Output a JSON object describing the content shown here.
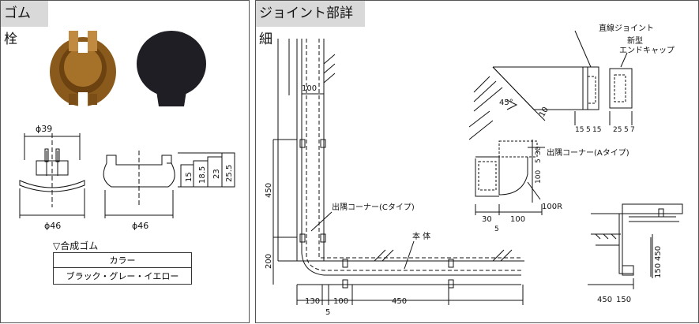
{
  "left_panel": {
    "title": "ゴム栓",
    "dims": {
      "d39": "ϕ39",
      "d46_a": "ϕ46",
      "d46_b": "ϕ46",
      "h15": "15",
      "h18_5": "18.5",
      "h23": "23",
      "h25_5": "25.5"
    },
    "material_heading": "▽合成ゴム",
    "color_header": "カラー",
    "color_values": "ブラック・グレー・イエロー",
    "colors": {
      "brown": "#8a5a1c",
      "black": "#1e1e24"
    }
  },
  "right_panel": {
    "title": "ジョイント部詳細",
    "labels": {
      "straight_joint": "直線ジョイント",
      "new_end_cap_line1": "新型",
      "new_end_cap_line2": "エンドキャップ",
      "corner_a": "出隅コーナー(Aタイプ)",
      "corner_c": "出隅コーナー(Cタイプ)",
      "body": "本 体",
      "angle45": "45°",
      "radius": "100R"
    },
    "dims": {
      "d100_top": "100",
      "d450_v": "450",
      "d200_v": "200",
      "d130": "130",
      "d100_b": "100",
      "d450_h": "450",
      "d5": "5",
      "d10": "10",
      "d15a": "15",
      "d5a": "5",
      "d15b": "15",
      "d25": "25",
      "d5b": "5",
      "d7": "7",
      "d30_v": "30",
      "d5_v": "5",
      "d100_v": "100",
      "d30_h": "30",
      "d100_h": "100",
      "d5_h": "5",
      "d450_r": "450",
      "d150_r": "150",
      "d450_rh": "450",
      "d150_rh": "150"
    }
  }
}
